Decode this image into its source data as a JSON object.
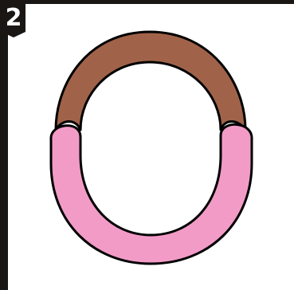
{
  "step": {
    "number": "2"
  },
  "colors": {
    "border": "#1a1613",
    "badge": "#1a1613",
    "top_arc": "#a0634a",
    "bottom_arc": "#f29bc7",
    "outline": "#000000",
    "background": "#ffffff"
  },
  "shape": {
    "top_segment_icon": "brown-arc",
    "bottom_segment_icon": "pink-u-shape"
  }
}
